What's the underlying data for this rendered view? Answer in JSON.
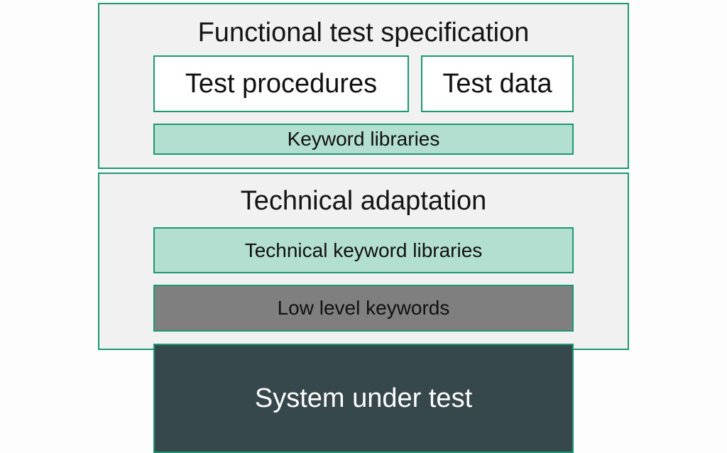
{
  "diagram": {
    "functional_layer": {
      "title": "Functional test specification",
      "test_procedures": "Test procedures",
      "test_data": "Test data",
      "keyword_libraries": "Keyword libraries"
    },
    "technical_layer": {
      "title": "Technical adaptation",
      "technical_keyword_libraries": "Technical keyword libraries",
      "low_level_keywords": "Low level keywords"
    },
    "system": {
      "label": "System under test"
    }
  },
  "colors": {
    "border": "#1a9973",
    "layer_background": "#f1f1f1",
    "mint": "#b3dfd0",
    "gray": "#7f7f7f",
    "dark": "#36484c"
  }
}
